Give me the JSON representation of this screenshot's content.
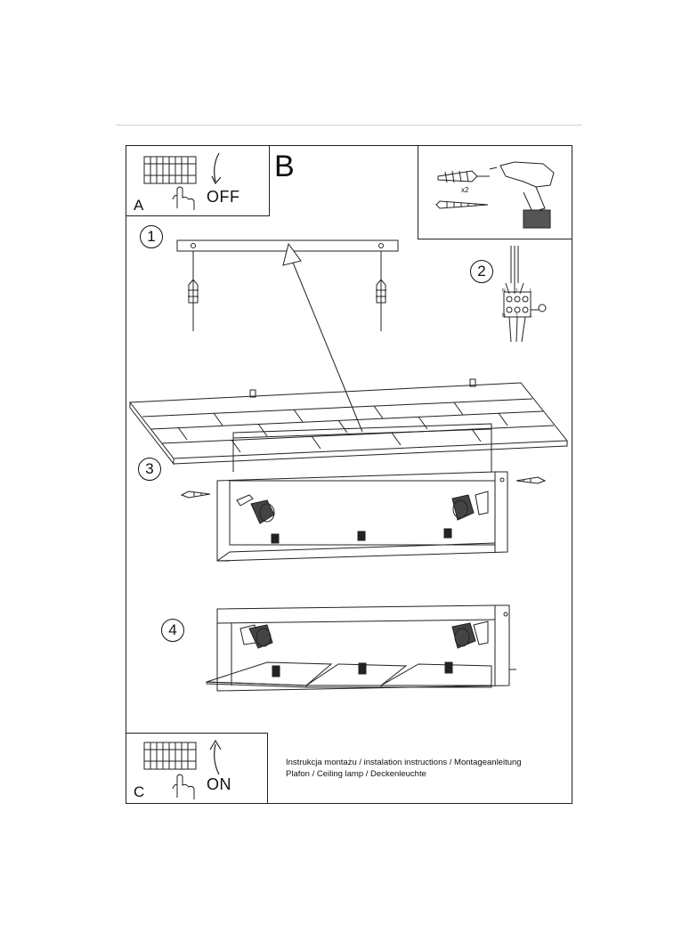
{
  "panels": {
    "a": {
      "letter": "A",
      "action": "OFF"
    },
    "b": {
      "letter": "B"
    },
    "c": {
      "letter": "C",
      "action": "ON"
    }
  },
  "tools": {
    "quantity": "x2"
  },
  "steps": [
    "1",
    "2",
    "3",
    "4"
  ],
  "wiring": {
    "terminals_top": [
      "N",
      "1",
      "L"
    ],
    "terminals_bottom": [
      "N",
      "1",
      "L"
    ]
  },
  "caption": {
    "line1": "Instrukcja montażu / instalation instructions / Montageanleitung",
    "line2": "Plafon / Ceiling lamp / Deckenleuchte"
  }
}
